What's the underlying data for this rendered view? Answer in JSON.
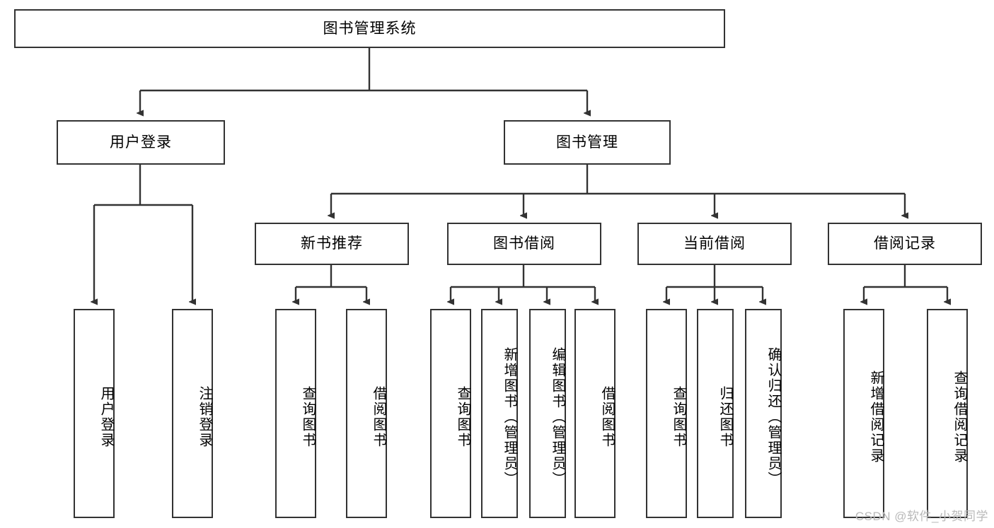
{
  "diagram": {
    "title": "图书管理系统",
    "watermark": "CSDN @软件_小贺同学",
    "colors": {
      "border": "#333333",
      "background": "#ffffff",
      "text": "#000000",
      "watermark": "#b9b9b9"
    },
    "levels": {
      "root": {
        "label": "图书管理系统"
      },
      "level2": [
        {
          "label": "用户登录"
        },
        {
          "label": "图书管理"
        }
      ],
      "level3": [
        {
          "label": "新书推荐"
        },
        {
          "label": "图书借阅"
        },
        {
          "label": "当前借阅"
        },
        {
          "label": "借阅记录"
        }
      ],
      "leaves": [
        {
          "label": "用户登录",
          "parent": "用户登录"
        },
        {
          "label": "注销登录",
          "parent": "用户登录"
        },
        {
          "label": "查询图书",
          "parent": "新书推荐"
        },
        {
          "label": "借阅图书",
          "parent": "新书推荐"
        },
        {
          "label": "查询图书",
          "parent": "图书借阅"
        },
        {
          "label": "新增图书（管理员）",
          "parent": "图书借阅"
        },
        {
          "label": "编辑图书（管理员）",
          "parent": "图书借阅"
        },
        {
          "label": "借阅图书",
          "parent": "图书借阅"
        },
        {
          "label": "查询图书",
          "parent": "当前借阅"
        },
        {
          "label": "归还图书",
          "parent": "当前借阅"
        },
        {
          "label": "确认归还（管理员）",
          "parent": "当前借阅"
        },
        {
          "label": "新增借阅记录",
          "parent": "借阅记录"
        },
        {
          "label": "查询借阅记录",
          "parent": "借阅记录"
        }
      ]
    }
  }
}
